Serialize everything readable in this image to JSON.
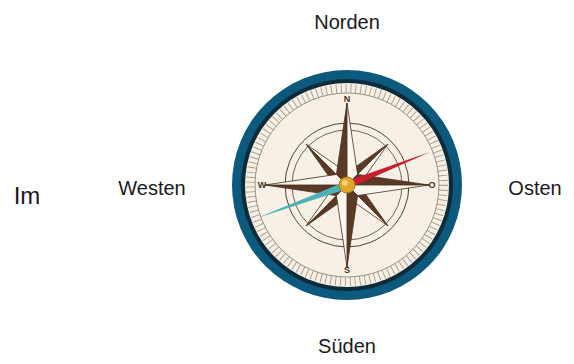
{
  "diagram": {
    "labels": [
      "Norden",
      "Im",
      "Westen",
      "N",
      "W",
      "O",
      "S",
      "Osten",
      "Süden"
    ]
  }
}
